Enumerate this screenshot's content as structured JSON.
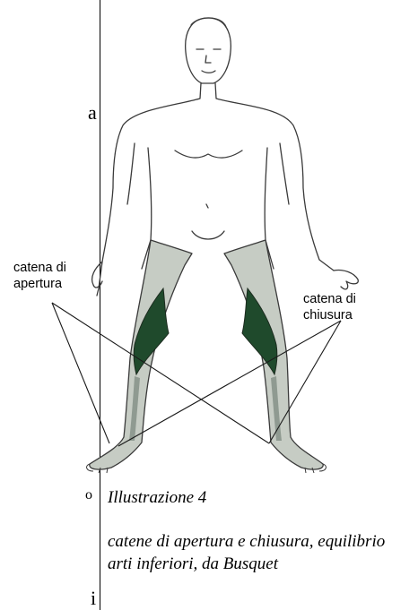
{
  "figure": {
    "label_open_line1": "catena di",
    "label_open_line2": "apertura",
    "label_close_line1": "catena di",
    "label_close_line2": "chiusura",
    "colors": {
      "dark_chain": "#1f4a2c",
      "light_chain": "#c6ccc4",
      "outline": "#3a3a3a"
    }
  },
  "caption": {
    "title": "Illustrazione 4",
    "text": "catene di apertura e chiusura, equilibrio arti inferiori, da Busquet"
  },
  "margin_fragments": {
    "a": "a",
    "o": "o",
    "i": "i"
  }
}
